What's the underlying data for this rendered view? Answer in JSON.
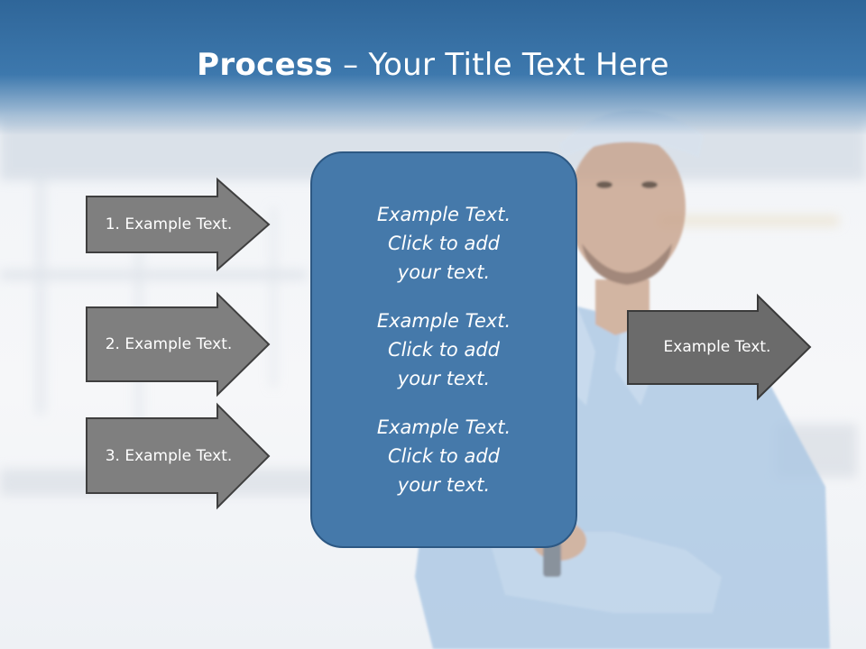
{
  "slide": {
    "title_bold": "Process",
    "title_rest": " – Your Title Text Here"
  },
  "left_arrows": [
    {
      "label": "1. Example Text."
    },
    {
      "label": "2. Example Text."
    },
    {
      "label": "3. Example Text."
    }
  ],
  "center_box": {
    "blocks": [
      {
        "text": "Example Text.\nClick  to add\nyour text."
      },
      {
        "text": "Example Text.\nClick  to add\nyour text."
      },
      {
        "text": "Example Text.\nClick  to add\nyour text."
      }
    ]
  },
  "right_arrow": {
    "label": "Example Text."
  },
  "colors": {
    "title_bar": "#3d78ad",
    "arrow_fill": "#7f7f7f",
    "arrow_fill_right": "#6b6b6b",
    "box_fill": "#4579aa",
    "box_border": "#2d5883"
  }
}
